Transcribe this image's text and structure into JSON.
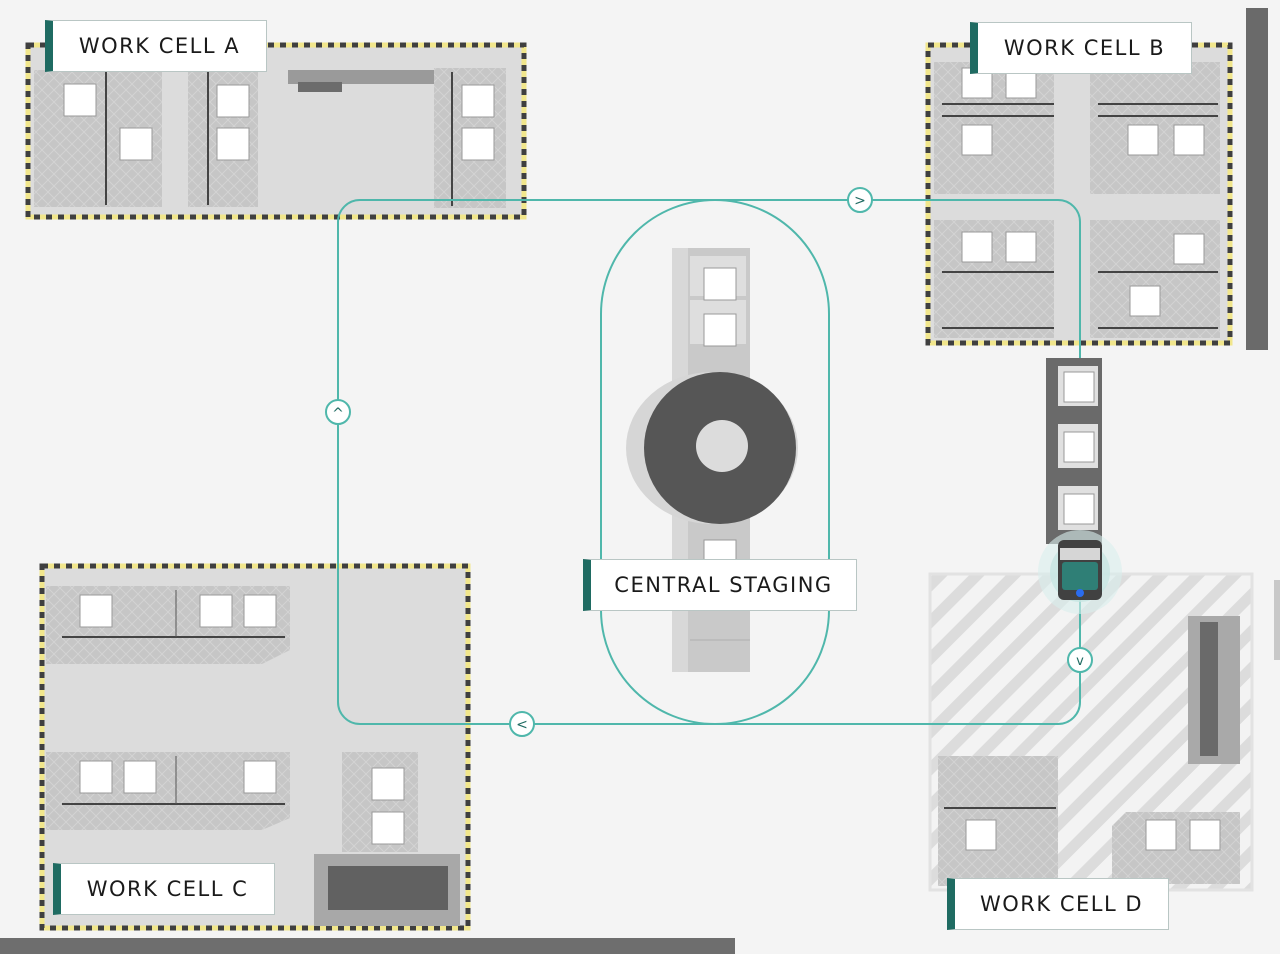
{
  "labels": {
    "work_cell_a": "WORK CELL A",
    "work_cell_b": "WORK CELL B",
    "work_cell_c": "WORK CELL C",
    "work_cell_d": "WORK CELL D",
    "central_staging": "CENTRAL STAGING"
  },
  "route_arrows": {
    "top": ">",
    "left": "^",
    "bottom": "<",
    "right": "v"
  },
  "colors": {
    "route": "#4fb7ab",
    "label_accent": "#1f6b62",
    "hazard_stripe_yellow": "#f1e68c",
    "hazard_stripe_dark": "#3f3f3f",
    "robot_accent": "#2f7f76",
    "robot_light": "#2a6cf0"
  }
}
